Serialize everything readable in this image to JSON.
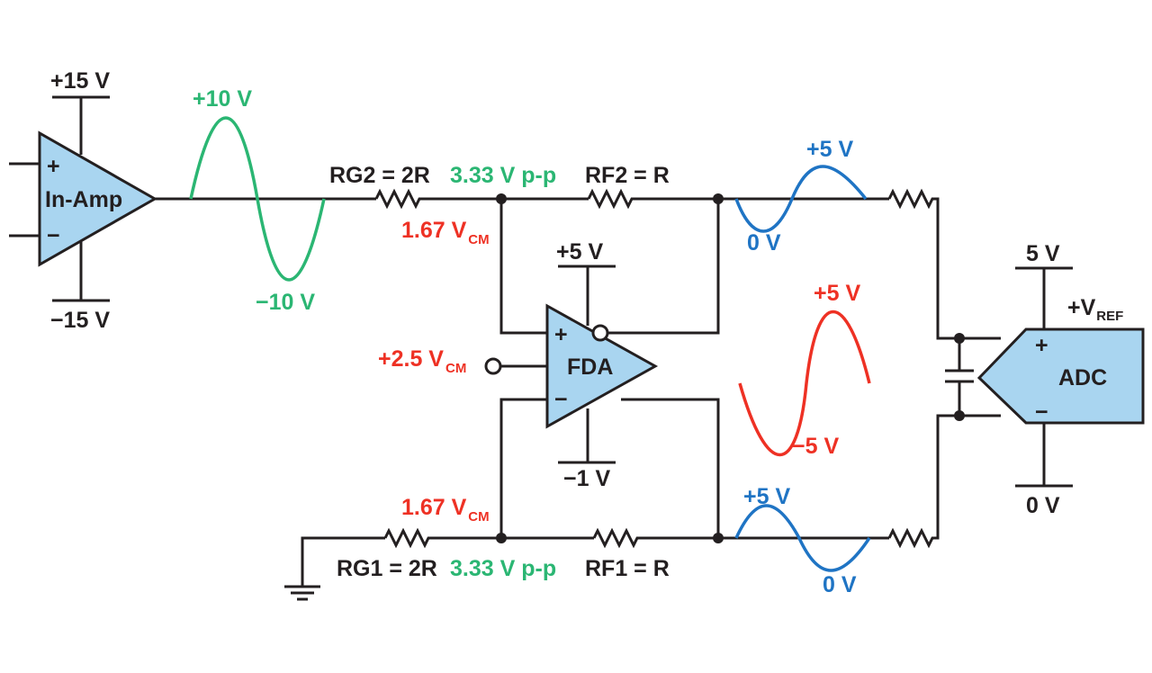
{
  "colors": {
    "wire": "#231f20",
    "amp_fill": "#a9d5f0",
    "green": "#2bb673",
    "red": "#ee3124",
    "blue": "#1f74c4"
  },
  "inamp": {
    "name": "In-Amp",
    "plus": "+",
    "minus": "−",
    "supply_pos": "+15 V",
    "supply_neg": "−15 V"
  },
  "inamp_output": {
    "max": "+10 V",
    "min": "−10 V"
  },
  "fda": {
    "name": "FDA",
    "plus": "+",
    "minus": "−",
    "supply_pos": "+5 V",
    "supply_neg": "−1 V",
    "vocm": "+2.5 V",
    "vocm_sub": "CM"
  },
  "adc": {
    "name": "ADC",
    "plus": "+",
    "minus": "−",
    "supply_pos": "5 V",
    "supply_neg": "0 V",
    "vref": "+V",
    "vref_sub": "REF"
  },
  "top_path": {
    "rg": "RG2 = 2R",
    "rf": "RF2 = R",
    "swing": "3.33 V p-p",
    "vcm": "1.67 V",
    "vcm_sub": "CM",
    "out_max": "+5 V",
    "out_min": "0 V"
  },
  "bottom_path": {
    "rg": "RG1 = 2R",
    "rf": "RF1 = R",
    "swing": "3.33 V p-p",
    "vcm": "1.67 V",
    "vcm_sub": "CM",
    "out_max": "+5 V",
    "out_min": "0 V"
  },
  "diff_output": {
    "max": "+5 V",
    "min": "−5 V"
  }
}
